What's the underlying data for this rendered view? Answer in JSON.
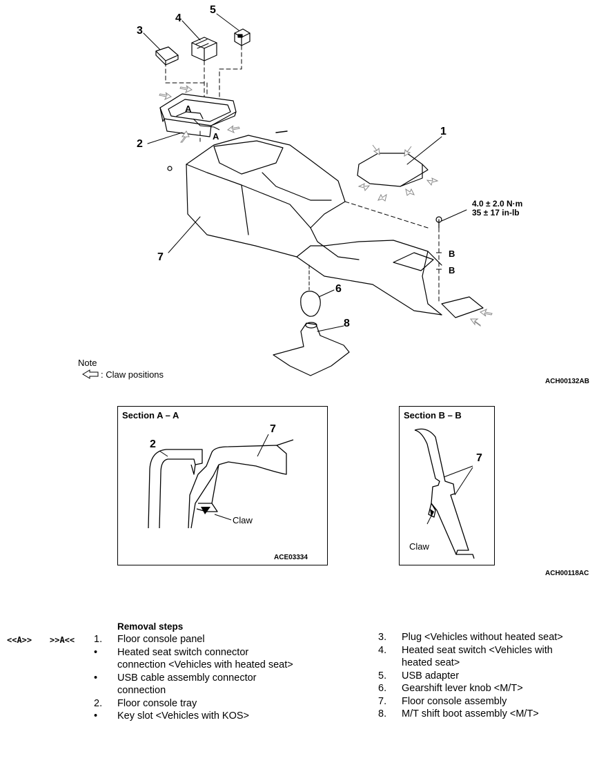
{
  "diagram": {
    "callouts": {
      "c1": "1",
      "c2": "2",
      "c3": "3",
      "c4": "4",
      "c5": "5",
      "c6": "6",
      "c7": "7",
      "c8": "8",
      "secA_top": "A",
      "secA_bottom": "A",
      "secB_top": "B",
      "secB_bottom": "B"
    },
    "torque": {
      "line1": "4.0 ± 2.0 N·m",
      "line2": "35 ± 17 in-lb"
    },
    "note": {
      "title": "Note",
      "legend": ": Claw positions"
    },
    "figure_code_main": "ACH00132AB",
    "figure_code_sections": "ACH00118AC"
  },
  "section_a": {
    "title": "Section A – A",
    "label_2": "2",
    "label_7": "7",
    "claw": "Claw",
    "code": "ACE03334"
  },
  "section_b": {
    "title": "Section B – B",
    "label_7": "7",
    "claw": "Claw"
  },
  "removal": {
    "heading": "Removal steps",
    "tag_left": "<<A>>",
    "tag_right": ">>A<<",
    "left_steps": [
      {
        "marker": "1.",
        "text": "Floor console panel"
      },
      {
        "marker": "•",
        "text": "Heated seat switch connector connection <Vehicles with heated seat>"
      },
      {
        "marker": "•",
        "text": "USB cable assembly connector connection"
      },
      {
        "marker": "2.",
        "text": "Floor console tray"
      },
      {
        "marker": "•",
        "text": "Key slot <Vehicles with KOS>"
      }
    ],
    "right_steps": [
      {
        "marker": "3.",
        "text": "Plug <Vehicles without heated seat>"
      },
      {
        "marker": "4.",
        "text": "Heated seat switch <Vehicles with heated seat>"
      },
      {
        "marker": "5.",
        "text": "USB adapter"
      },
      {
        "marker": "6.",
        "text": "Gearshift lever knob <M/T>"
      },
      {
        "marker": "7.",
        "text": "Floor console assembly"
      },
      {
        "marker": "8.",
        "text": "M/T shift boot assembly <M/T>"
      }
    ]
  }
}
